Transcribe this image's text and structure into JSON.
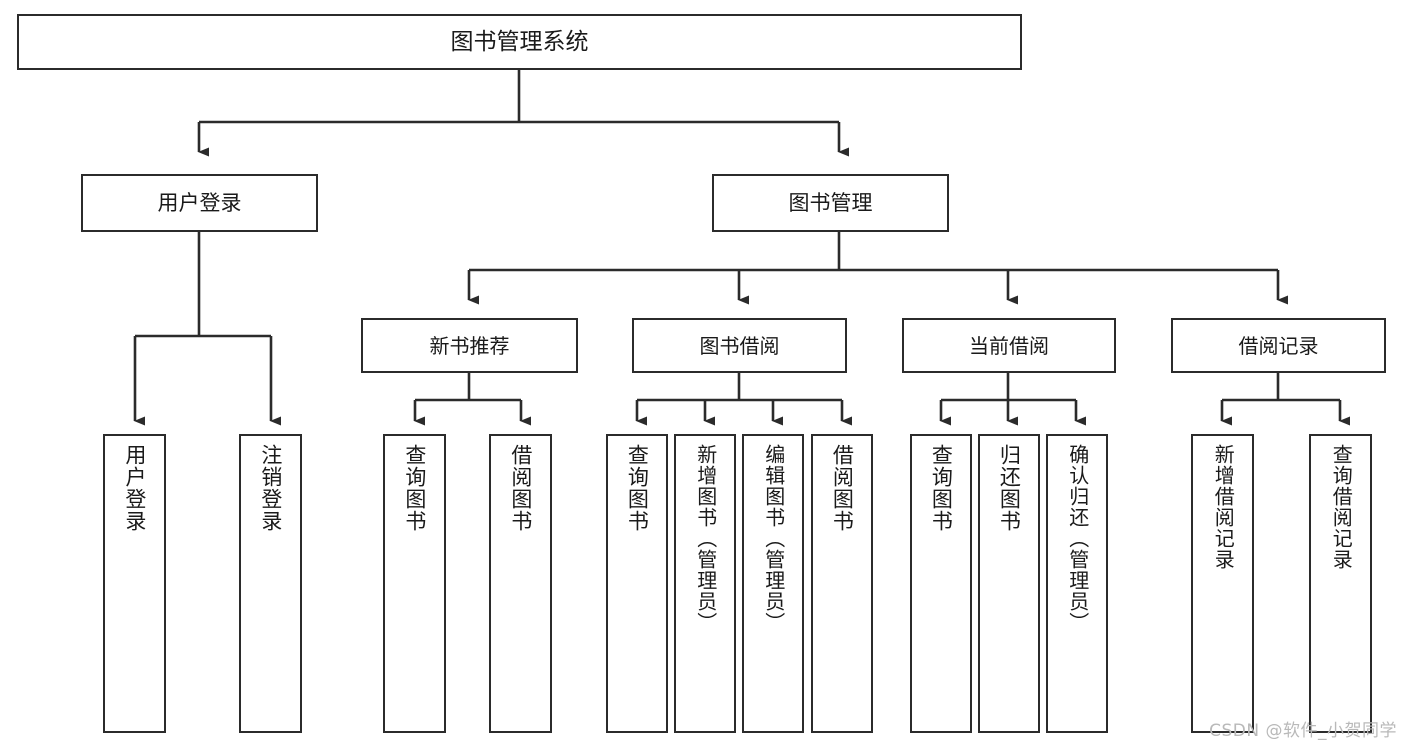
{
  "diagram": {
    "title": "图书管理系统",
    "type": "hierarchy-tree",
    "levels": 4,
    "colors": {
      "stroke": "#2b2b2b",
      "fill": "#ffffff",
      "background": "#ffffff",
      "watermark": "#b9b9b9"
    },
    "root": {
      "id": "root",
      "label": "图书管理系统"
    },
    "level2": [
      {
        "id": "user-login",
        "label": "用户登录"
      },
      {
        "id": "book-manage",
        "label": "图书管理"
      }
    ],
    "level3": [
      {
        "id": "new-book-recommend",
        "label": "新书推荐",
        "parent": "book-manage"
      },
      {
        "id": "book-borrow",
        "label": "图书借阅",
        "parent": "book-manage"
      },
      {
        "id": "current-borrow",
        "label": "当前借阅",
        "parent": "book-manage"
      },
      {
        "id": "borrow-record",
        "label": "借阅记录",
        "parent": "book-manage"
      }
    ],
    "leaves": {
      "user-login": [
        {
          "id": "leaf-user-login",
          "label": "用户登录"
        },
        {
          "id": "leaf-logout",
          "label": "注销登录"
        }
      ],
      "new-book-recommend": [
        {
          "id": "leaf-query-book-1",
          "label": "查询图书"
        },
        {
          "id": "leaf-borrow-book-1",
          "label": "借阅图书"
        }
      ],
      "book-borrow": [
        {
          "id": "leaf-query-book-2",
          "label": "查询图书"
        },
        {
          "id": "leaf-add-book",
          "label": "新增图书（管理员）"
        },
        {
          "id": "leaf-edit-book",
          "label": "编辑图书（管理员）"
        },
        {
          "id": "leaf-borrow-book-2",
          "label": "借阅图书"
        }
      ],
      "current-borrow": [
        {
          "id": "leaf-query-book-3",
          "label": "查询图书"
        },
        {
          "id": "leaf-return-book",
          "label": "归还图书"
        },
        {
          "id": "leaf-confirm-return",
          "label": "确认归还（管理员）"
        }
      ],
      "borrow-record": [
        {
          "id": "leaf-add-record",
          "label": "新增借阅记录"
        },
        {
          "id": "leaf-query-record",
          "label": "查询借阅记录"
        }
      ]
    }
  },
  "watermark": {
    "text": "CSDN @软件_小贺同学"
  }
}
